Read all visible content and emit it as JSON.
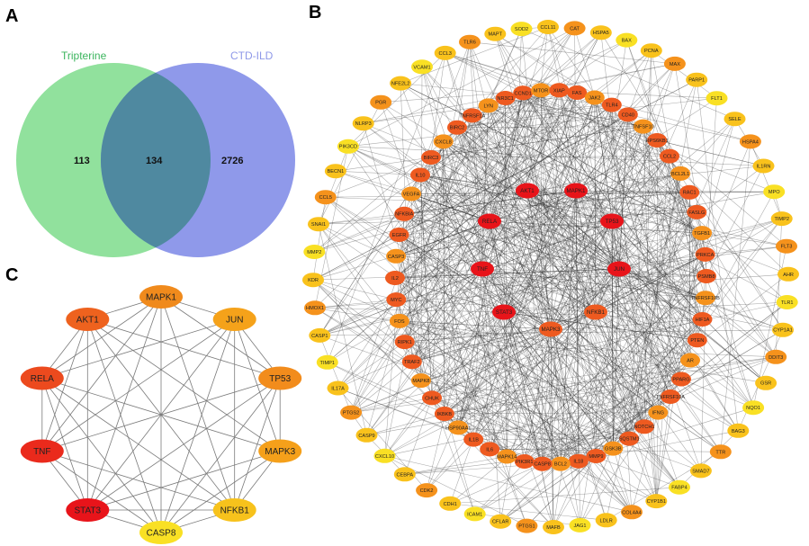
{
  "panels": {
    "a": "A",
    "b": "B",
    "c": "C"
  },
  "venn": {
    "left_label": "Tripterine",
    "right_label": "CTD-ILD",
    "left_only": "113",
    "overlap": "134",
    "right_only": "2726",
    "colors": {
      "left": "#7edc8c",
      "right": "#7b87e6",
      "overlap": "#4f89a0",
      "left_text": "#3cb55e",
      "right_text": "#8e98e8"
    }
  },
  "network_b": {
    "color_scale": [
      "#e8141a",
      "#ee5a20",
      "#f5921c",
      "#f9c21c",
      "#f9e024"
    ],
    "core": [
      "AKT1",
      "MAPK1",
      "RELA",
      "TP53",
      "TNF",
      "JUN",
      "STAT3",
      "MAPK3",
      "NFKB1"
    ],
    "middle": [
      "CCND1",
      "MTOR",
      "XIAP",
      "FAS",
      "JAK2",
      "TLR4",
      "CD40",
      "TNFSF10",
      "RPS6KB1",
      "CCL2",
      "BCL2L1",
      "RAC1",
      "FASLG",
      "TGFB1",
      "PRKCA",
      "PSMB8",
      "TNFRSF10B",
      "HIF1A",
      "PTEN",
      "AR",
      "PPARG",
      "TNFRSF10A",
      "IFNG",
      "NOTCH1",
      "SQSTM1",
      "GSK3B",
      "MMP9",
      "IL18",
      "BCL2",
      "CASP8",
      "PIK3R1",
      "MAPK14",
      "IL6",
      "IL1B",
      "HSP90AA1",
      "IKBKB",
      "CHUK",
      "MAPK8",
      "TRAF2",
      "RIPK1",
      "FOS",
      "MYC",
      "IL2",
      "CASP3",
      "EGFR",
      "NFKBIA",
      "VEGFA",
      "IL10",
      "BIRC3",
      "CXCL8",
      "BIRC2",
      "TNFRSF1A",
      "LYN",
      "NR3C1"
    ],
    "outer": [
      "CAT",
      "HSPA5",
      "BAX",
      "PCNA",
      "MAX",
      "PARP1",
      "FLT1",
      "SELE",
      "HSPA4",
      "IL1RN",
      "MPO",
      "TIMP2",
      "FLT3",
      "AHR",
      "TLR1",
      "CYP1A1",
      "DDIT3",
      "GSR",
      "NQO1",
      "BAG3",
      "TTR",
      "SMAD7",
      "FABP4",
      "CYP1B1",
      "COL4A4",
      "LDLR",
      "JAG1",
      "MAFB",
      "PTGS1",
      "CFLAR",
      "ICAM1",
      "CDH1",
      "CDK2",
      "CEBPA",
      "CXCL10",
      "CASP9",
      "PTGS2",
      "IL17A",
      "TIMP1",
      "CASP1",
      "HMOX1",
      "KDR",
      "MMP2",
      "SNAI1",
      "CCL5",
      "BECN1",
      "PIK3CD",
      "NLRP3",
      "PGR",
      "NFE2L2",
      "VCAM1",
      "CCL3",
      "TLR6",
      "MAPT",
      "SOD2",
      "CCL11"
    ]
  },
  "network_c": {
    "nodes": [
      {
        "label": "MAPK1",
        "color": "#f08a1c"
      },
      {
        "label": "JUN",
        "color": "#f5a21a"
      },
      {
        "label": "TP53",
        "color": "#f28c1c"
      },
      {
        "label": "MAPK3",
        "color": "#f5a01a"
      },
      {
        "label": "NFKB1",
        "color": "#f7c21c"
      },
      {
        "label": "CASP8",
        "color": "#f9e024"
      },
      {
        "label": "STAT3",
        "color": "#e8141a"
      },
      {
        "label": "TNF",
        "color": "#ea2a1c"
      },
      {
        "label": "RELA",
        "color": "#ec4a1e"
      },
      {
        "label": "AKT1",
        "color": "#ee621e"
      }
    ]
  }
}
